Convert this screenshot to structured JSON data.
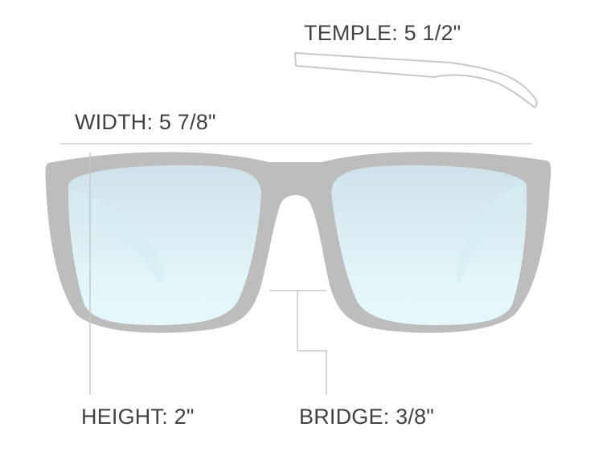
{
  "diagram": {
    "subject": "sunglasses",
    "labels": {
      "temple": "TEMPLE: 5 1/2\"",
      "width": "WIDTH: 5 7/8\"",
      "height": "HEIGHT: 2\"",
      "bridge": "BRIDGE: 3/8\""
    },
    "measurements": [
      {
        "name": "Temple",
        "value": "5 1/2\""
      },
      {
        "name": "Width",
        "value": "5 7/8\""
      },
      {
        "name": "Height",
        "value": "2\""
      },
      {
        "name": "Bridge",
        "value": "3/8\""
      }
    ],
    "colors": {
      "text": "#3e4247",
      "frame": "#bdbdbd",
      "guide_line": "#c8c8c8",
      "lens_top": "#cfe2ea",
      "lens_bottom": "#e3f7fa"
    }
  }
}
